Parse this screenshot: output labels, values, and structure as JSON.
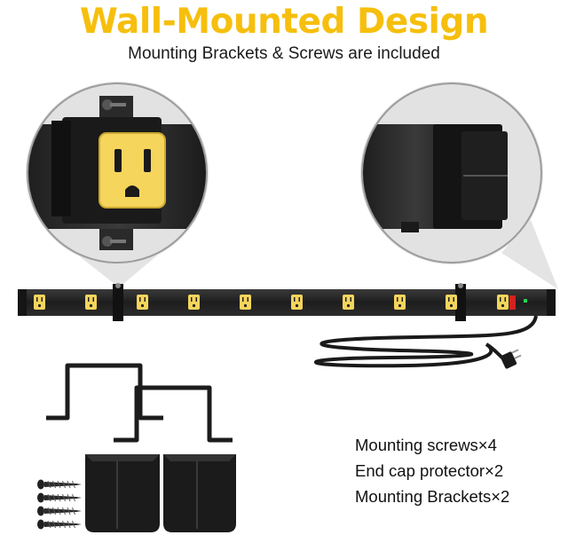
{
  "header": {
    "title": "Wall-Mounted Design",
    "subtitle": "Mounting Brackets & Screws are included"
  },
  "package_contents": [
    "Mounting screws×4",
    "End cap protector×2",
    "Mounting Brackets×2"
  ],
  "power_strip": {
    "outlet_count": 10,
    "brackets_on_strip": 2
  },
  "colors": {
    "title": "#f6bf0e",
    "outlet": "#f5d55c",
    "strip": "#232323",
    "magnifier_fill": "#e2e2e2",
    "switch": "#d42020",
    "indicator": "#27d15a"
  }
}
